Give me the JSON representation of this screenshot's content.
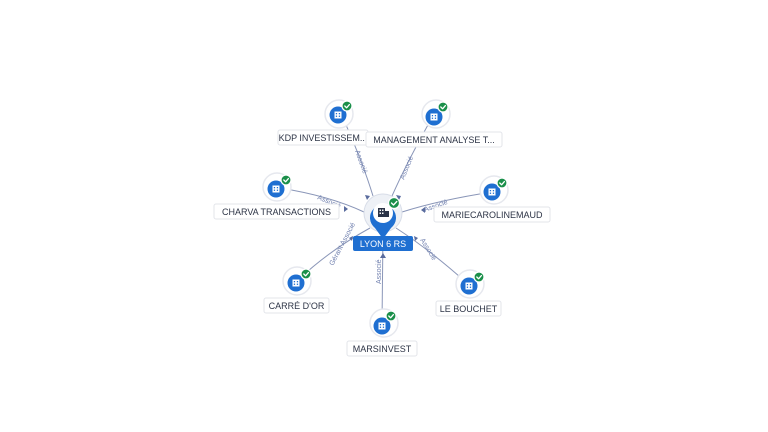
{
  "center": {
    "label": "LYON 6 RS",
    "icon": "building-icon",
    "status_icon": "check-icon"
  },
  "nodes": [
    {
      "id": "kdp",
      "label": "KDP INVESTISSEM...",
      "relation": "Associé"
    },
    {
      "id": "management",
      "label": "MANAGEMENT ANALYSE T...",
      "relation": "Associé"
    },
    {
      "id": "charva",
      "label": "CHARVA TRANSACTIONS",
      "relation": "Associé"
    },
    {
      "id": "mariecarolinemaud",
      "label": "MARIECAROLINEMAUD",
      "relation": "Associé"
    },
    {
      "id": "carredor",
      "label": "CARRÉ D'OR",
      "relation": "Gérant Associé"
    },
    {
      "id": "lebouchet",
      "label": "LE BOUCHET",
      "relation": "Associé"
    },
    {
      "id": "marsinvest",
      "label": "MARSINVEST",
      "relation": "Associé"
    }
  ],
  "colors": {
    "node": "#1f6fd1",
    "check": "#1a8f4a",
    "edge": "#8a96b8",
    "edge_label": "#6f7fae"
  }
}
